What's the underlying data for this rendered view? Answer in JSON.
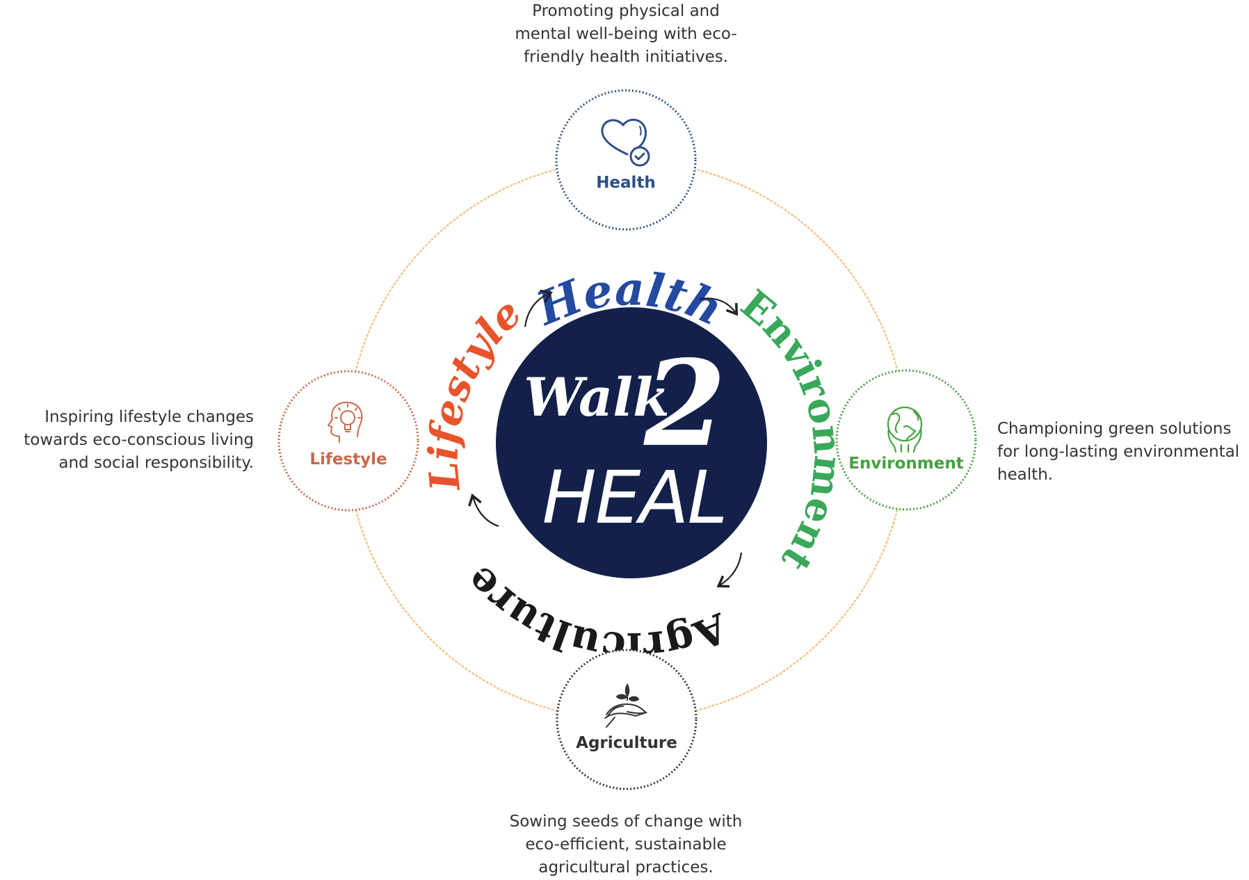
{
  "title": "Walk 2 HEAL",
  "hub": {
    "word_walk": "Walk",
    "word_two": "2",
    "word_heal": "HEAL",
    "disk_color": "#13204a"
  },
  "ring_words": {
    "health": {
      "text": "Health",
      "color": "#2449a0"
    },
    "environment": {
      "text": "Environment",
      "color": "#3aa85a"
    },
    "agriculture": {
      "text": "Agriculture",
      "color": "#1a1a1a"
    },
    "lifestyle": {
      "text": "Lifestyle",
      "color": "#e8542a"
    }
  },
  "orbit": {
    "color": "#f4c58c"
  },
  "nodes": [
    {
      "id": "health",
      "label": "Health",
      "icon": "heart-check-icon",
      "color": "#2d4f86",
      "description": [
        "Promoting physical and",
        "mental well-being with eco-",
        "friendly health initiatives."
      ]
    },
    {
      "id": "environment",
      "label": "Environment",
      "icon": "globe-in-hands-icon",
      "color": "#45a040",
      "description": [
        "Championing green solutions",
        "for long-lasting environmental",
        "health."
      ]
    },
    {
      "id": "agriculture",
      "label": "Agriculture",
      "icon": "hand-with-sprout-icon",
      "color": "#333333",
      "description": [
        "Sowing seeds of change with",
        "eco-efficient, sustainable",
        "agricultural practices."
      ]
    },
    {
      "id": "lifestyle",
      "label": "Lifestyle",
      "icon": "head-lightbulb-icon",
      "color": "#c8684a",
      "description": [
        "Inspiring lifestyle changes",
        "towards eco-conscious living",
        "and social responsibility."
      ]
    }
  ]
}
